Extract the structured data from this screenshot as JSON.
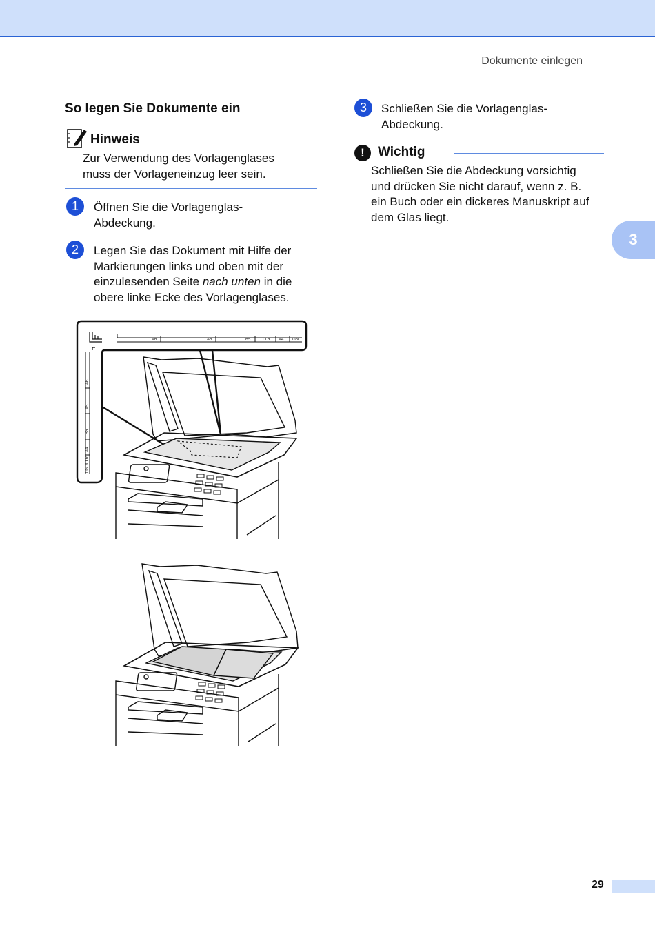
{
  "running_head": "Dokumente einlegen",
  "section_title": "So legen Sie Dokumente ein",
  "note": {
    "title": "Hinweis",
    "lines": [
      "Zur Verwendung des Vorlagenglases",
      "muss der Vorlageneinzug leer sein."
    ]
  },
  "steps": [
    {
      "number": "1",
      "lines": [
        "Öffnen Sie die Vorlagenglas-",
        "Abdeckung."
      ]
    },
    {
      "number": "2",
      "line1": "Legen Sie das Dokument mit Hilfe der",
      "line2": "Markierungen links und oben mit der",
      "line3_pre": "einzulesenden Seite ",
      "line3_em": "nach unten",
      "line3_post": " in die",
      "line4": "obere linke Ecke des Vorlagenglases."
    },
    {
      "number": "3",
      "lines": [
        "Schließen Sie die Vorlagenglas-",
        "Abdeckung."
      ]
    }
  ],
  "important": {
    "icon": "!",
    "title": "Wichtig",
    "lines": [
      "Schließen Sie die Abdeckung vorsichtig",
      "und drücken Sie nicht darauf, wenn z. B.",
      "ein Buch oder ein dickeres Manuskript auf",
      "dem Glas liegt."
    ]
  },
  "chapter_tab": "3",
  "page_number": "29",
  "figure_scale": {
    "horizontal_marks": [
      "A6",
      "A5",
      "B5",
      "LTR",
      "A4",
      "LGL"
    ],
    "vertical_marks": [
      "A6",
      "A5",
      "B5",
      "A4",
      "LGL/LTR"
    ]
  },
  "colors": {
    "accent": "#2a63d4",
    "band": "#cfe0fb",
    "tab": "#a9c3f5",
    "badge": "#1d4fd6"
  }
}
